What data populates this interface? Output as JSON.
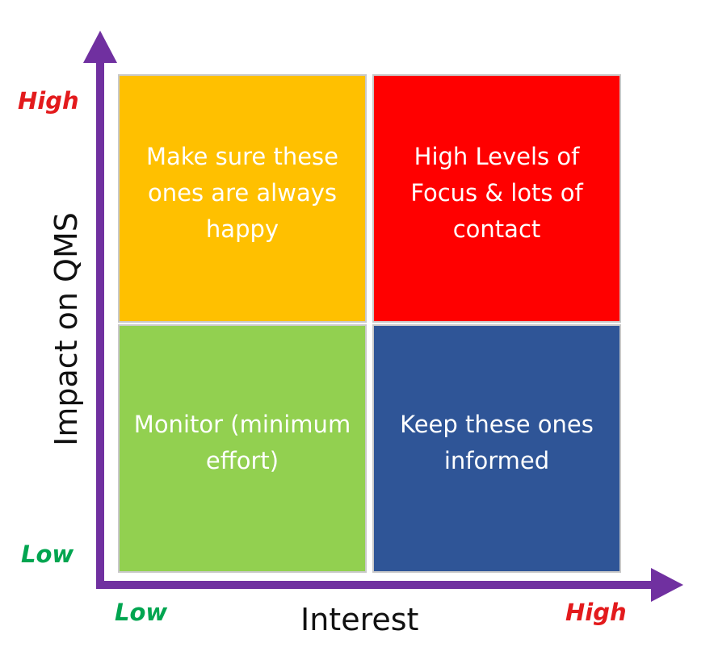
{
  "axes": {
    "y_title": "Impact on QMS",
    "x_title": "Interest",
    "y_high": "High",
    "y_low": "Low",
    "x_low": "Low",
    "x_high": "High",
    "axis_color": "#7030a0"
  },
  "quadrants": {
    "top_left": {
      "text": "Make sure these ones are always happy",
      "color": "#ffc000"
    },
    "top_right": {
      "text": "High Levels of Focus & lots of contact",
      "color": "#ff0000"
    },
    "bottom_left": {
      "text": "Monitor (minimum effort)",
      "color": "#92d050"
    },
    "bottom_right": {
      "text": "Keep these ones informed",
      "color": "#2f5597"
    }
  },
  "level_colors": {
    "high": "#e31a1c",
    "low": "#00a550"
  }
}
